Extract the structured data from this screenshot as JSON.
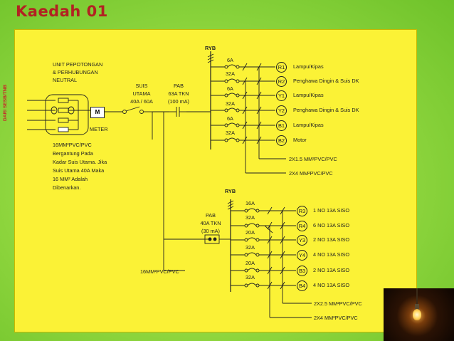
{
  "title": "Kaedah 01",
  "side_label": "DARI SESB/TNB",
  "unit": {
    "line1": "UNIT PEPOTONGAN",
    "line2": "& PERHUBUNGAN",
    "line3": "NEUTRAL"
  },
  "meter_symbol": "M",
  "meter_label": "METER",
  "suis": {
    "line1": "SUIS",
    "line2": "UTAMA",
    "line3": "40A / 60A"
  },
  "pab1": {
    "line1": "PAB",
    "line2": "63A TKN",
    "line3": "(100 mA)"
  },
  "pab2": {
    "line1": "PAB",
    "line2": "40A TKN",
    "line3": "(30 mA)"
  },
  "note": {
    "line1": "16MM²PVC/PVC",
    "line2": "Bergantung Pada",
    "line3": "Kadar Suis Utama. Jika",
    "line4": "Suis Utama 40A Maka",
    "line5": "16 MM² Adalah",
    "line6": "Dibenarkan."
  },
  "ryb_top": "RYB",
  "ryb_bottom": "RYB",
  "top_circuits": [
    {
      "rating": "6A",
      "code": "R1",
      "load": "Lampu/Kipas"
    },
    {
      "rating": "32A",
      "code": "R2",
      "load": "Penghawa Dingin & Suis DK"
    },
    {
      "rating": "6A",
      "code": "Y1",
      "load": "Lampu/Kipas"
    },
    {
      "rating": "32A",
      "code": "Y2",
      "load": "Penghawa Dingin & Suis DK"
    },
    {
      "rating": "6A",
      "code": "B1",
      "load": "Lampu/Kipas"
    },
    {
      "rating": "32A",
      "code": "B2",
      "load": "Motor"
    }
  ],
  "top_cable_1": "2X1.5 MM²PVC/PVC",
  "top_cable_2": "2X4 MM²PVC/PVC",
  "bottom_circuits": [
    {
      "rating": "16A",
      "code": "R3",
      "load": "1 NO 13A SISO"
    },
    {
      "rating": "32A",
      "code": "R4",
      "load": "6 NO 13A SISO"
    },
    {
      "rating": "20A",
      "code": "Y3",
      "load": "2 NO 13A SISO"
    },
    {
      "rating": "32A",
      "code": "Y4",
      "load": "4 NO 13A SISO"
    },
    {
      "rating": "20A",
      "code": "B3",
      "load": "2 NO 13A SISO"
    },
    {
      "rating": "32A",
      "code": "B4",
      "load": "4 NO 13A SISO"
    }
  ],
  "feed_cable": "16MM²PVC/PVC",
  "bottom_cable_1": "2X2.5 MM²PVC/PVC",
  "bottom_cable_2": "2X4 MM²PVC/PVC"
}
